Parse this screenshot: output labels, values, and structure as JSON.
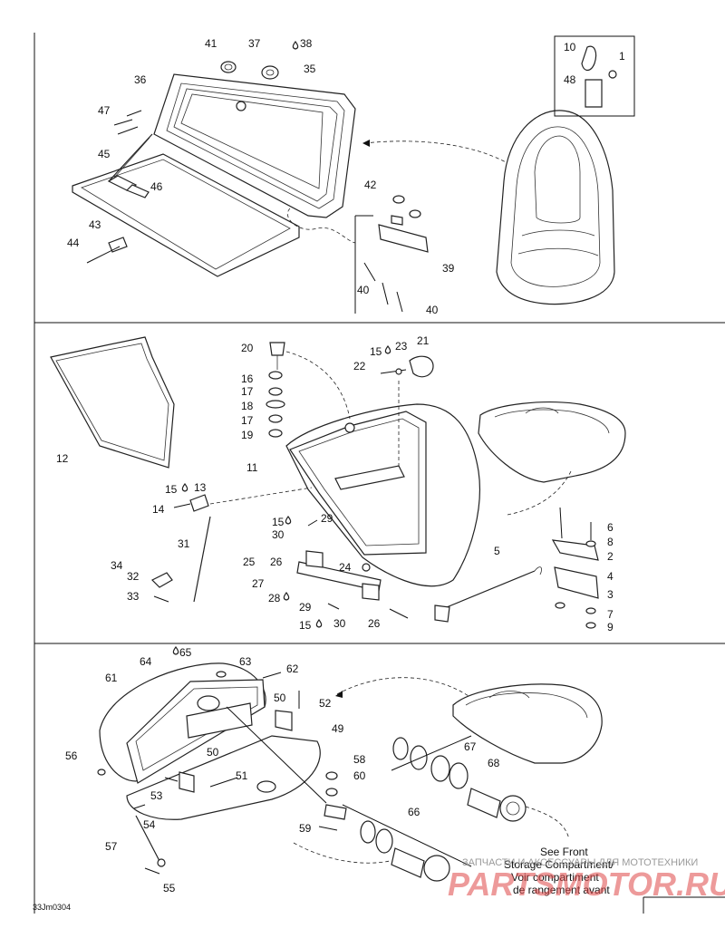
{
  "diagram": {
    "footer_code": "33Jm0304",
    "note_lines": [
      "See Front",
      "Storage Compartment/",
      "Voir compartiment",
      "de rangement avant"
    ],
    "watermark_line": "ЗАПЧАСТИ И АКСЕССУАРЫ ДЛЯ МОТОТЕХНИКИ",
    "watermark_logo": "PARTSMOTOR.RU",
    "drop_glyph": "💧"
  },
  "callouts": {
    "c41": "41",
    "c37": "37",
    "c38": "38",
    "c35": "35",
    "c36": "36",
    "c47": "47",
    "c45": "45",
    "c46": "46",
    "c43": "43",
    "c44": "44",
    "c42": "42",
    "c39": "39",
    "c40a": "40",
    "c40b": "40",
    "c10": "10",
    "c1": "1",
    "c48": "48",
    "c20": "20",
    "c16": "16",
    "c17a": "17",
    "c18": "18",
    "c17b": "17",
    "c19": "19",
    "c15a": "15",
    "c23": "23",
    "c21": "21",
    "c22": "22",
    "c12": "12",
    "c11": "11",
    "c15b": "15",
    "c13": "13",
    "c14": "14",
    "c15c": "15",
    "c29a": "29",
    "c30a": "30",
    "c31": "31",
    "c34": "34",
    "c32": "32",
    "c33": "33",
    "c25": "25",
    "c26a": "26",
    "c27": "27",
    "c28": "28",
    "c24": "24",
    "c29b": "29",
    "c30b": "30",
    "c15d": "15",
    "c26b": "26",
    "c5": "5",
    "c6": "6",
    "c8": "8",
    "c2": "2",
    "c4": "4",
    "c3": "3",
    "c7": "7",
    "c9": "9",
    "c64": "64",
    "c65": "65",
    "c63": "63",
    "c62": "62",
    "c61": "61",
    "c50a": "50",
    "c52": "52",
    "c49": "49",
    "c56": "56",
    "c50b": "50",
    "c51": "51",
    "c53": "53",
    "c54": "54",
    "c57": "57",
    "c55": "55",
    "c58": "58",
    "c60": "60",
    "c67": "67",
    "c68": "68",
    "c66": "66",
    "c59": "59"
  }
}
